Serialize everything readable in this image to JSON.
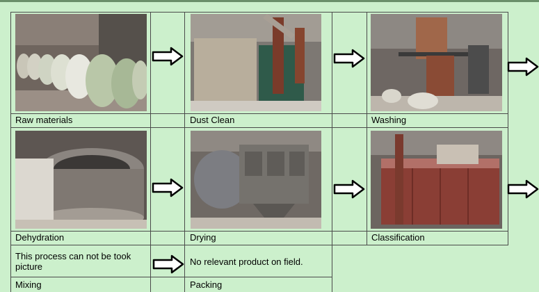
{
  "steps": [
    {
      "label": "Raw materials"
    },
    {
      "label": "Dust Clean"
    },
    {
      "label": "Washing"
    },
    {
      "label": "Dehydration"
    },
    {
      "label": "Drying"
    },
    {
      "label": "Classification"
    },
    {
      "label": "Mixing",
      "note": "This process can not be took picture"
    },
    {
      "label": "Packing",
      "note": "No relevant product on field."
    }
  ],
  "colors": {
    "background": "#ccf0cc",
    "grid_line": "#4a4a4a",
    "arrow_outline": "#000000",
    "arrow_fill": "#ffffff"
  }
}
